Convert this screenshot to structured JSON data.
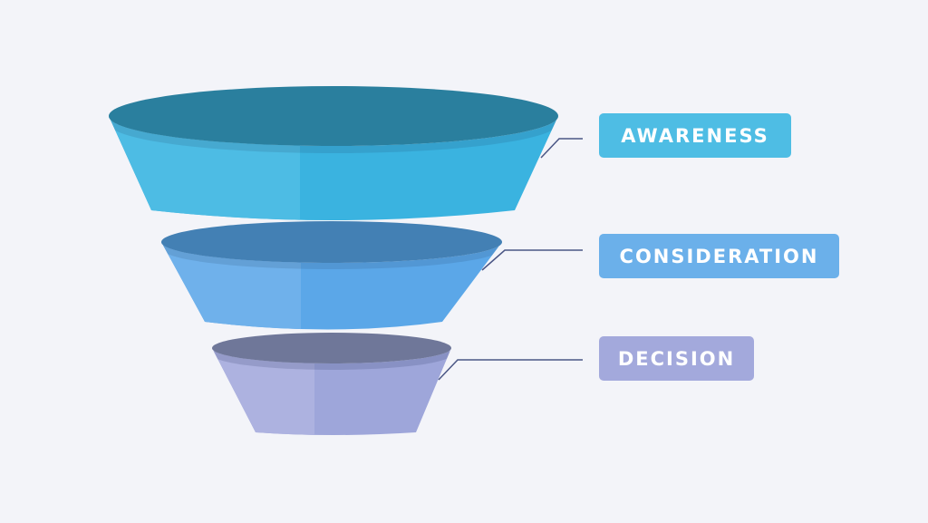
{
  "background_color": "#f3f4f9",
  "funnel": {
    "connector_color": "#4a5685",
    "stages": [
      {
        "label": "AWARENESS",
        "box_color": "#4ebde4",
        "top_color": "#2a7f9e",
        "body_color": "#3ab3e0",
        "highlight_color": "#4dbce4"
      },
      {
        "label": "CONSIDERATION",
        "box_color": "#6bb0ea",
        "top_color": "#4380b4",
        "body_color": "#5ba7e8",
        "highlight_color": "#6fb1eb"
      },
      {
        "label": "DECISION",
        "box_color": "#a3a9dc",
        "top_color": "#6f7799",
        "body_color": "#9ea6da",
        "highlight_color": "#adb2e0"
      }
    ]
  }
}
